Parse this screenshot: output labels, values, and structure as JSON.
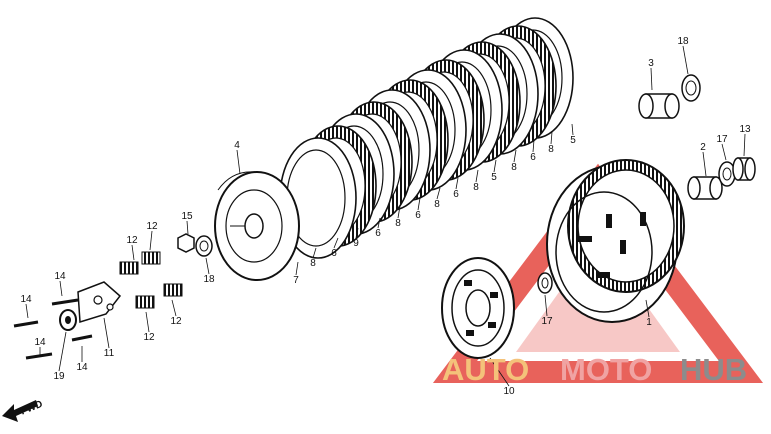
{
  "diagram": {
    "part_labels": [
      "3",
      "18",
      "2",
      "17",
      "13",
      "5",
      "8",
      "6",
      "8",
      "5",
      "8",
      "6",
      "8",
      "6",
      "8",
      "6",
      "9",
      "6",
      "8",
      "7",
      "4",
      "15",
      "18",
      "12",
      "12",
      "14",
      "14",
      "14",
      "14",
      "11",
      "19",
      "12",
      "12",
      "10",
      "17",
      "1"
    ],
    "direction_label": "FWD"
  },
  "watermark": {
    "part1": "AUTO",
    "part2": "MOTO",
    "part3": "HUB",
    "color_auto": "#f4c27a",
    "color_moto": "#f0a3a3",
    "color_hub": "#8c8c8c",
    "triangle_color": "#e4473f"
  }
}
